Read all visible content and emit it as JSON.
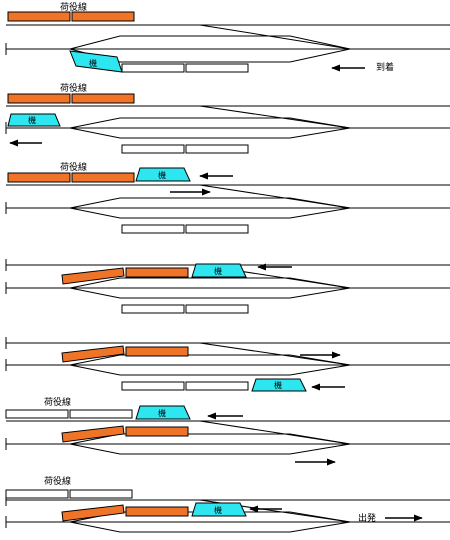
{
  "labels": {
    "freight_line": "荷役線",
    "locomotive": "機",
    "arrival": "到着",
    "departure": "出発"
  },
  "colors": {
    "freight_car": "#f07428",
    "locomotive": "#2ee6f0",
    "empty_car": "#ffffff",
    "track": "#000000"
  },
  "steps": [
    {
      "step": 1,
      "text_label": "荷役線",
      "direction_label": "到着"
    },
    {
      "step": 2,
      "text_label": "荷役線"
    },
    {
      "step": 3,
      "text_label": "荷役線"
    },
    {
      "step": 4
    },
    {
      "step": 5
    },
    {
      "step": 6,
      "text_label": "荷役線"
    },
    {
      "step": 7,
      "text_label": "荷役線",
      "direction_label": "出発"
    }
  ]
}
